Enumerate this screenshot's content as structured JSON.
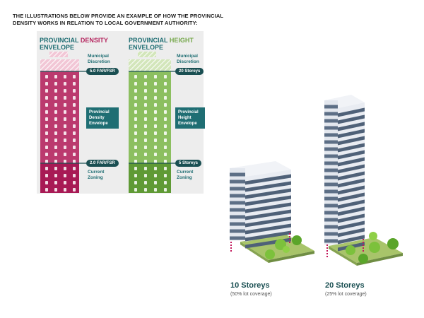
{
  "intro": "THE ILLUSTRATIONS BELOW PROVIDE AN EXAMPLE OF HOW THE PROVINCIAL DENSITY WORKS IN RELATION TO LOCAL GOVERNMENT AUTHORITY:",
  "density": {
    "title_prefix": "PROVINCIAL ",
    "title_accent": "DENSITY",
    "title_line2": "ENVELOPE",
    "municipal": "Municipal Discretion",
    "top_tag": "5.0 FAR/FSR",
    "middle_box": "Provincial Density Envelope",
    "bottom_tag": "2.0 FAR/FSR",
    "current": "Current Zoning",
    "color": "#b5265f"
  },
  "height": {
    "title_prefix": "PROVINCIAL ",
    "title_accent": "HEIGHT",
    "title_line2": "ENVELOPE",
    "municipal": "Municipal Discretion",
    "top_tag": "20 Storeys",
    "middle_box": "Provincial Height Envelope",
    "bottom_tag": "5 Storeys",
    "current": "Current Zoning",
    "color": "#76a84c"
  },
  "buildings": [
    {
      "title": "10 Storeys",
      "sub": "(50% lot coverage)"
    },
    {
      "title": "20 Storeys",
      "sub": "(25% lot coverage)"
    }
  ],
  "colors": {
    "teal": "#1f6e73",
    "dark_teal": "#1a4f52",
    "magenta": "#b5265f",
    "green": "#76a84c",
    "building_light": "#e9ecf2",
    "building_band": "#5d6f86",
    "ground": "#a8c46a"
  }
}
